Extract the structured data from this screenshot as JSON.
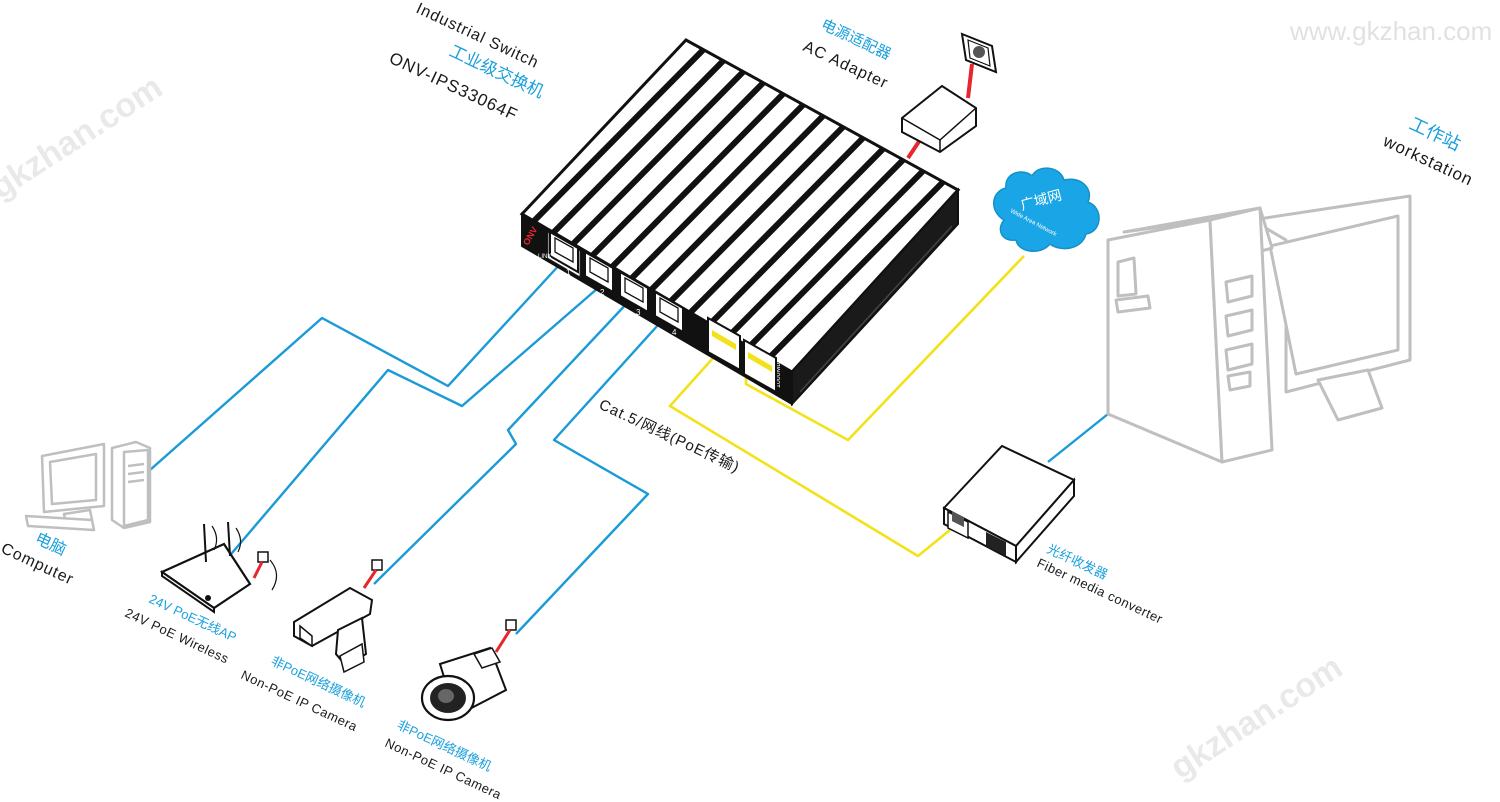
{
  "watermark": {
    "top_right": "www.gkzhan.com",
    "diagonal": "gkzhan.com"
  },
  "switch": {
    "label_en": "Industrial Switch",
    "label_cn": "工业级交换机",
    "model": "ONV-IPS33064F",
    "brand": "ONV",
    "port_numbers": [
      "1",
      "2",
      "3",
      "4"
    ],
    "side_label": "1000Mbps",
    "led_label": "LINK"
  },
  "adapter": {
    "label_cn": "电源适配器",
    "label_en": "AC Adapter"
  },
  "wan": {
    "label_cn": "广域网",
    "label_en": "Wide Area Network"
  },
  "workstation": {
    "label_cn": "工作站",
    "label_en": "workstation"
  },
  "cable": {
    "label": "Cat.5/网线(PoE传输)"
  },
  "fiber_converter": {
    "label_cn": "光纤收发器",
    "label_en": "Fiber media converter"
  },
  "computer": {
    "label_cn": "电脑",
    "label_en": "Computer"
  },
  "wireless_ap": {
    "label_cn": "24V PoE无线AP",
    "label_en": "24V PoE Wireless"
  },
  "camera1": {
    "label_cn": "非PoE网络摄像机",
    "label_en": "Non-PoE IP Camera"
  },
  "camera2": {
    "label_cn": "非PoE网络摄像机",
    "label_en": "Non-PoE IP Camera"
  },
  "colors": {
    "lan_cable": "#1a9ad6",
    "fiber_cable": "#f2e21a",
    "power_cable": "#e8262d",
    "wan_cloud": "#1aa6e6"
  }
}
